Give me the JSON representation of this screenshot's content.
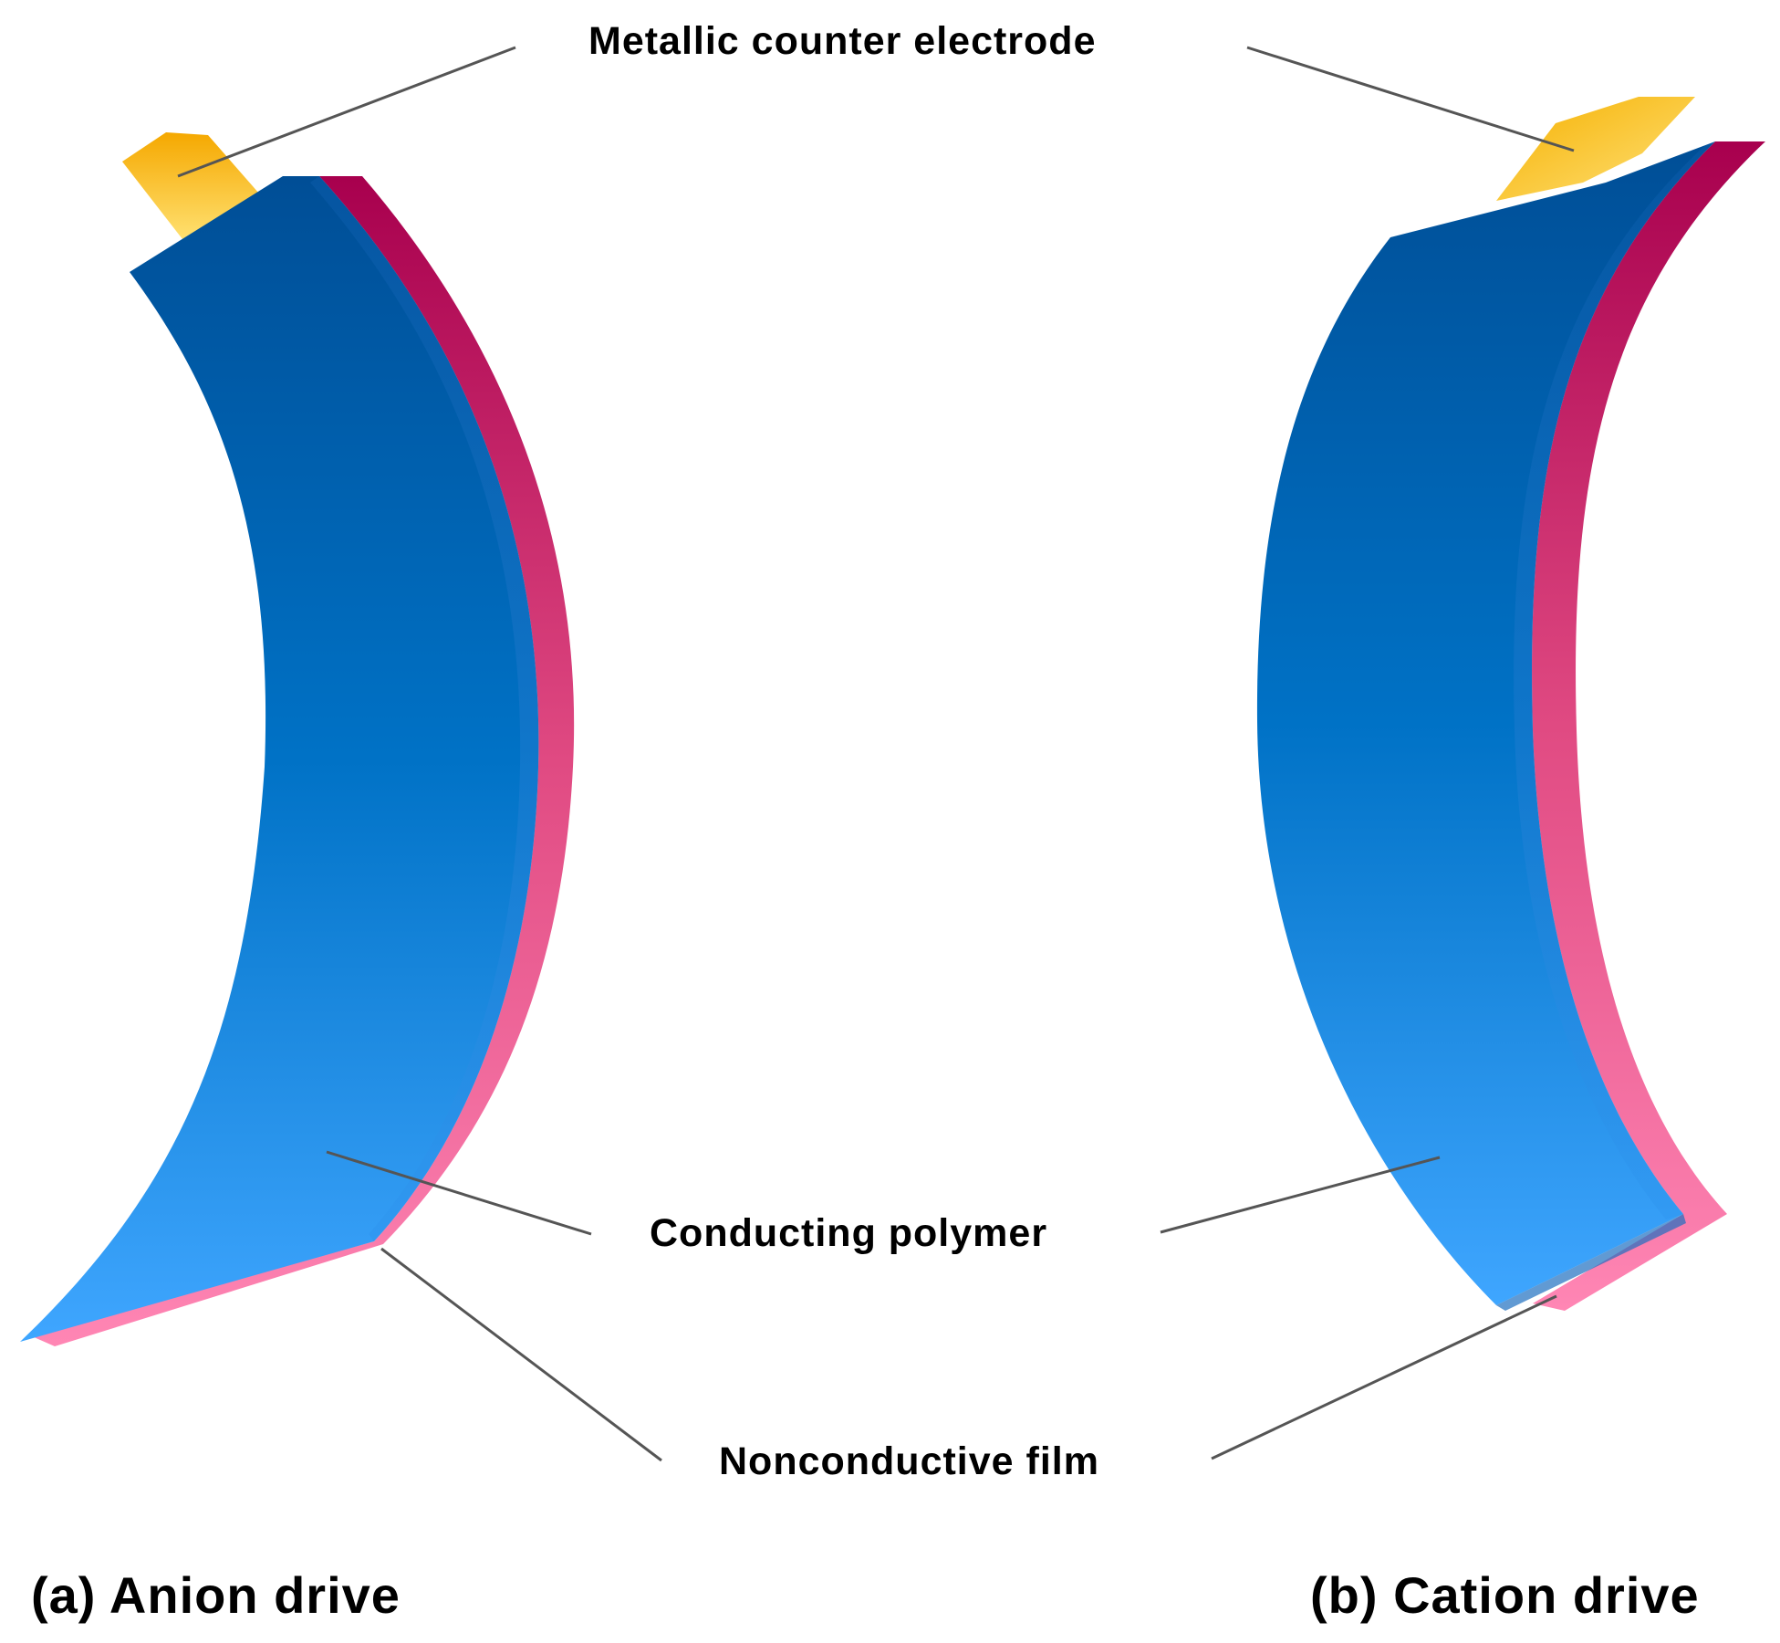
{
  "labels": {
    "metallic_counter_electrode": "Metallic counter electrode",
    "conducting_polymer": "Conducting polymer",
    "nonconductive_film": "Nonconductive film"
  },
  "panels": {
    "a": "(a) Anion drive",
    "b": "(b) Cation drive"
  },
  "colors": {
    "conducting_polymer_top": "#004e96",
    "conducting_polymer_bottom": "#3fa6ff",
    "nonconductive_film_top": "#a8004e",
    "nonconductive_film_bottom": "#ff86b4",
    "metallic_electrode": "#f5b700",
    "leader_line": "#555555"
  }
}
